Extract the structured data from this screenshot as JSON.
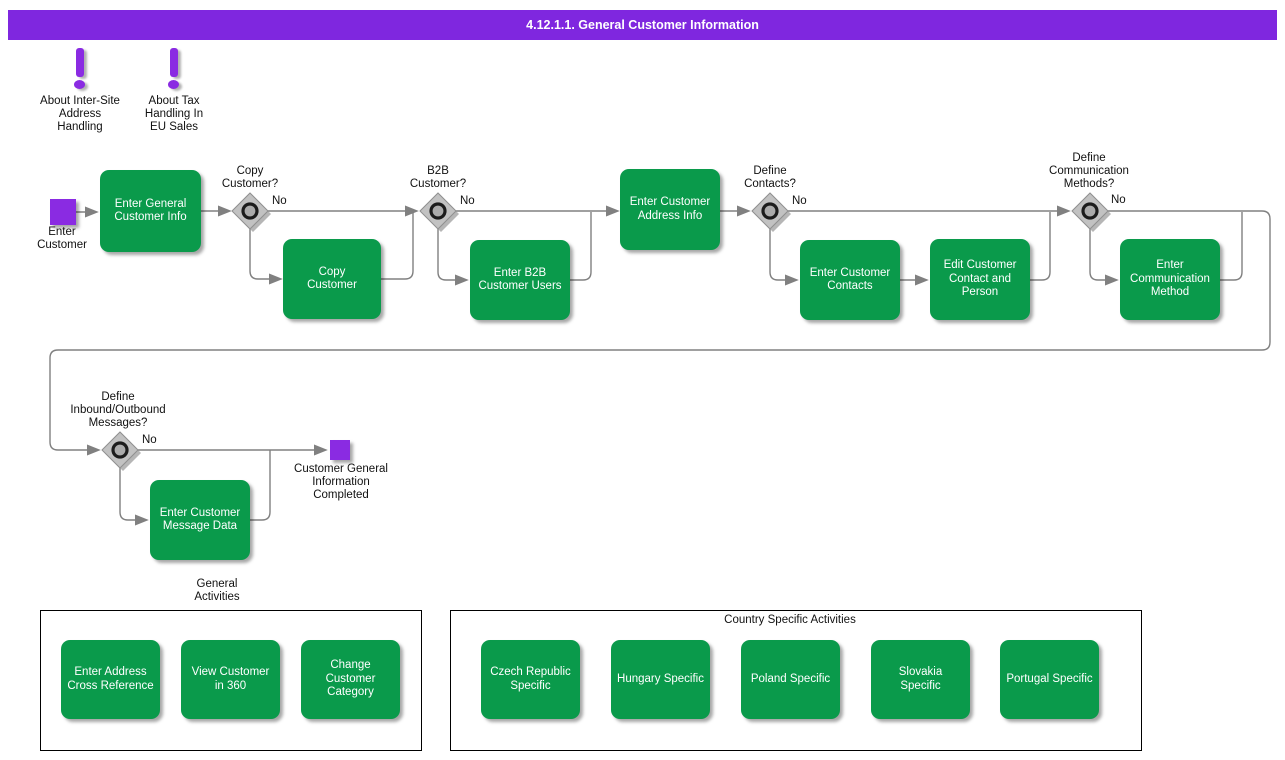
{
  "title": "4.12.1.1. General Customer Information",
  "notes": {
    "n1": "About Inter-Site\nAddress\nHandling",
    "n2": "About Tax\nHandling In\nEU Sales"
  },
  "flow": {
    "start": "Enter\nCustomer",
    "end": "Customer General\nInformation\nCompleted",
    "no": "No",
    "a_general": "Enter General\nCustomer Info",
    "a_copy": "Copy\nCustomer",
    "a_b2b": "Enter B2B\nCustomer Users",
    "a_address": "Enter Customer\nAddress Info",
    "a_contacts": "Enter Customer\nContacts",
    "a_edit": "Edit Customer\nContact and\nPerson",
    "a_comm": "Enter\nCommunication\nMethod",
    "a_msg": "Enter Customer\nMessage Data",
    "d_copy": "Copy\nCustomer?",
    "d_b2b": "B2B\nCustomer?",
    "d_contacts": "Define\nContacts?",
    "d_comm": "Define\nCommunication\nMethods?",
    "d_msg": "Define\nInbound/Outbound\nMessages?"
  },
  "groups": {
    "general": {
      "title": "General\nActivities",
      "items": {
        "g0": "Enter Address\nCross Reference",
        "g1": "View Customer\nin 360",
        "g2": "Change\nCustomer\nCategory"
      }
    },
    "country": {
      "title": "Country Specific Activities",
      "items": {
        "c0": "Czech Republic\nSpecific",
        "c1": "Hungary Specific",
        "c2": "Poland Specific",
        "c3": "Slovakia\nSpecific",
        "c4": "Portugal Specific"
      }
    }
  },
  "colors": {
    "title_bar": "#7F27DF",
    "purple": "#8A2BE2",
    "green": "#0A9A4B",
    "line": "#808080"
  }
}
